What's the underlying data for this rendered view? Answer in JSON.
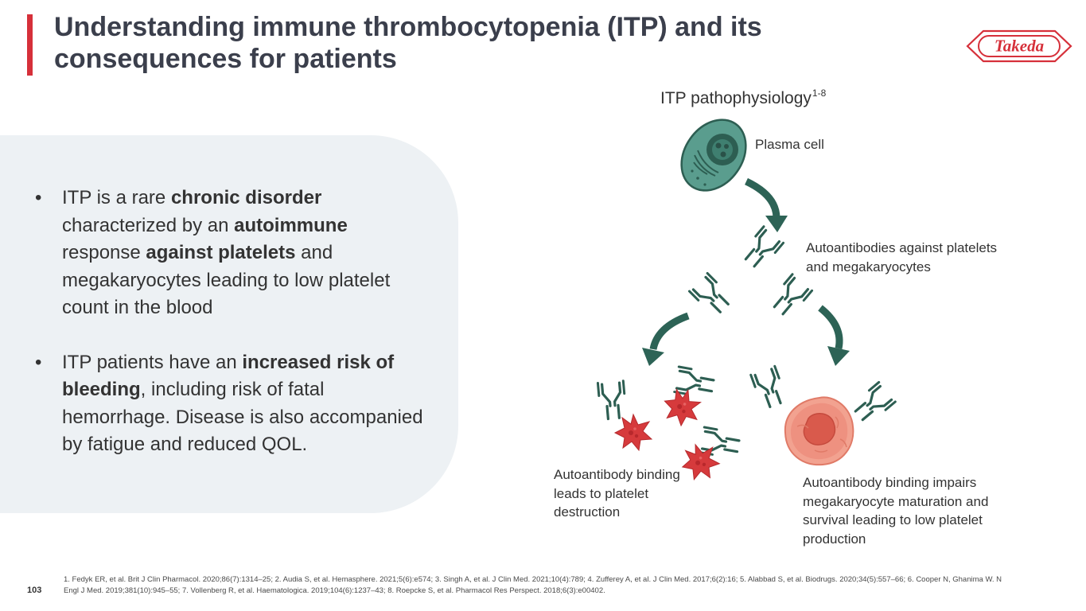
{
  "slide": {
    "title": "Understanding immune thrombocytopenia (ITP) and its consequences for patients",
    "logo_text": "Takeda",
    "page_number": "103"
  },
  "bullets": [
    {
      "parts": [
        {
          "text": "ITP is a rare ",
          "bold": false
        },
        {
          "text": "chronic disorder",
          "bold": true
        },
        {
          "text": " characterized by an ",
          "bold": false
        },
        {
          "text": "autoimmune",
          "bold": true
        },
        {
          "text": " response ",
          "bold": false
        },
        {
          "text": "against platelets",
          "bold": true
        },
        {
          "text": " and megakaryocytes leading to low platelet count in the blood",
          "bold": false
        }
      ]
    },
    {
      "parts": [
        {
          "text": "ITP patients have an ",
          "bold": false
        },
        {
          "text": "increased risk of bleeding",
          "bold": true
        },
        {
          "text": ", including risk of fatal hemorrhage. Disease is also accompanied by fatigue and reduced QOL.",
          "bold": false
        }
      ]
    }
  ],
  "diagram": {
    "title": "ITP pathophysiology",
    "title_sup": "1-8",
    "labels": {
      "plasma_cell": "Plasma cell",
      "autoantibodies": "Autoantibodies against platelets and megakaryocytes",
      "destruction": "Autoantibody binding leads to platelet destruction",
      "maturation": "Autoantibody binding impairs megakaryocyte maturation and survival leading to low platelet production"
    },
    "colors": {
      "antibody": "#2d5e52",
      "arrow": "#2d6356",
      "platelet": "#d63a3c",
      "cell": "#5a9d8e",
      "megakaryocyte": "#e98d7c",
      "accent": "#d6303a"
    }
  },
  "footnote": "1. Fedyk ER, et al. Brit J Clin Pharmacol. 2020;86(7):1314–25; 2. Audia S, et al. Hemasphere. 2021;5(6):e574; 3. Singh A, et al. J Clin Med. 2021;10(4):789; 4. Zufferey A, et al. J Clin Med. 2017;6(2):16; 5. Alabbad S, et al. Biodrugs. 2020;34(5):557–66; 6. Cooper N, Ghanima W. N Engl J Med. 2019;381(10):945–55; 7. Vollenberg R, et al. Haematologica. 2019;104(6):1237–43; 8. Roepcke S, et al. Pharmacol Res Perspect. 2018;6(3):e00402."
}
